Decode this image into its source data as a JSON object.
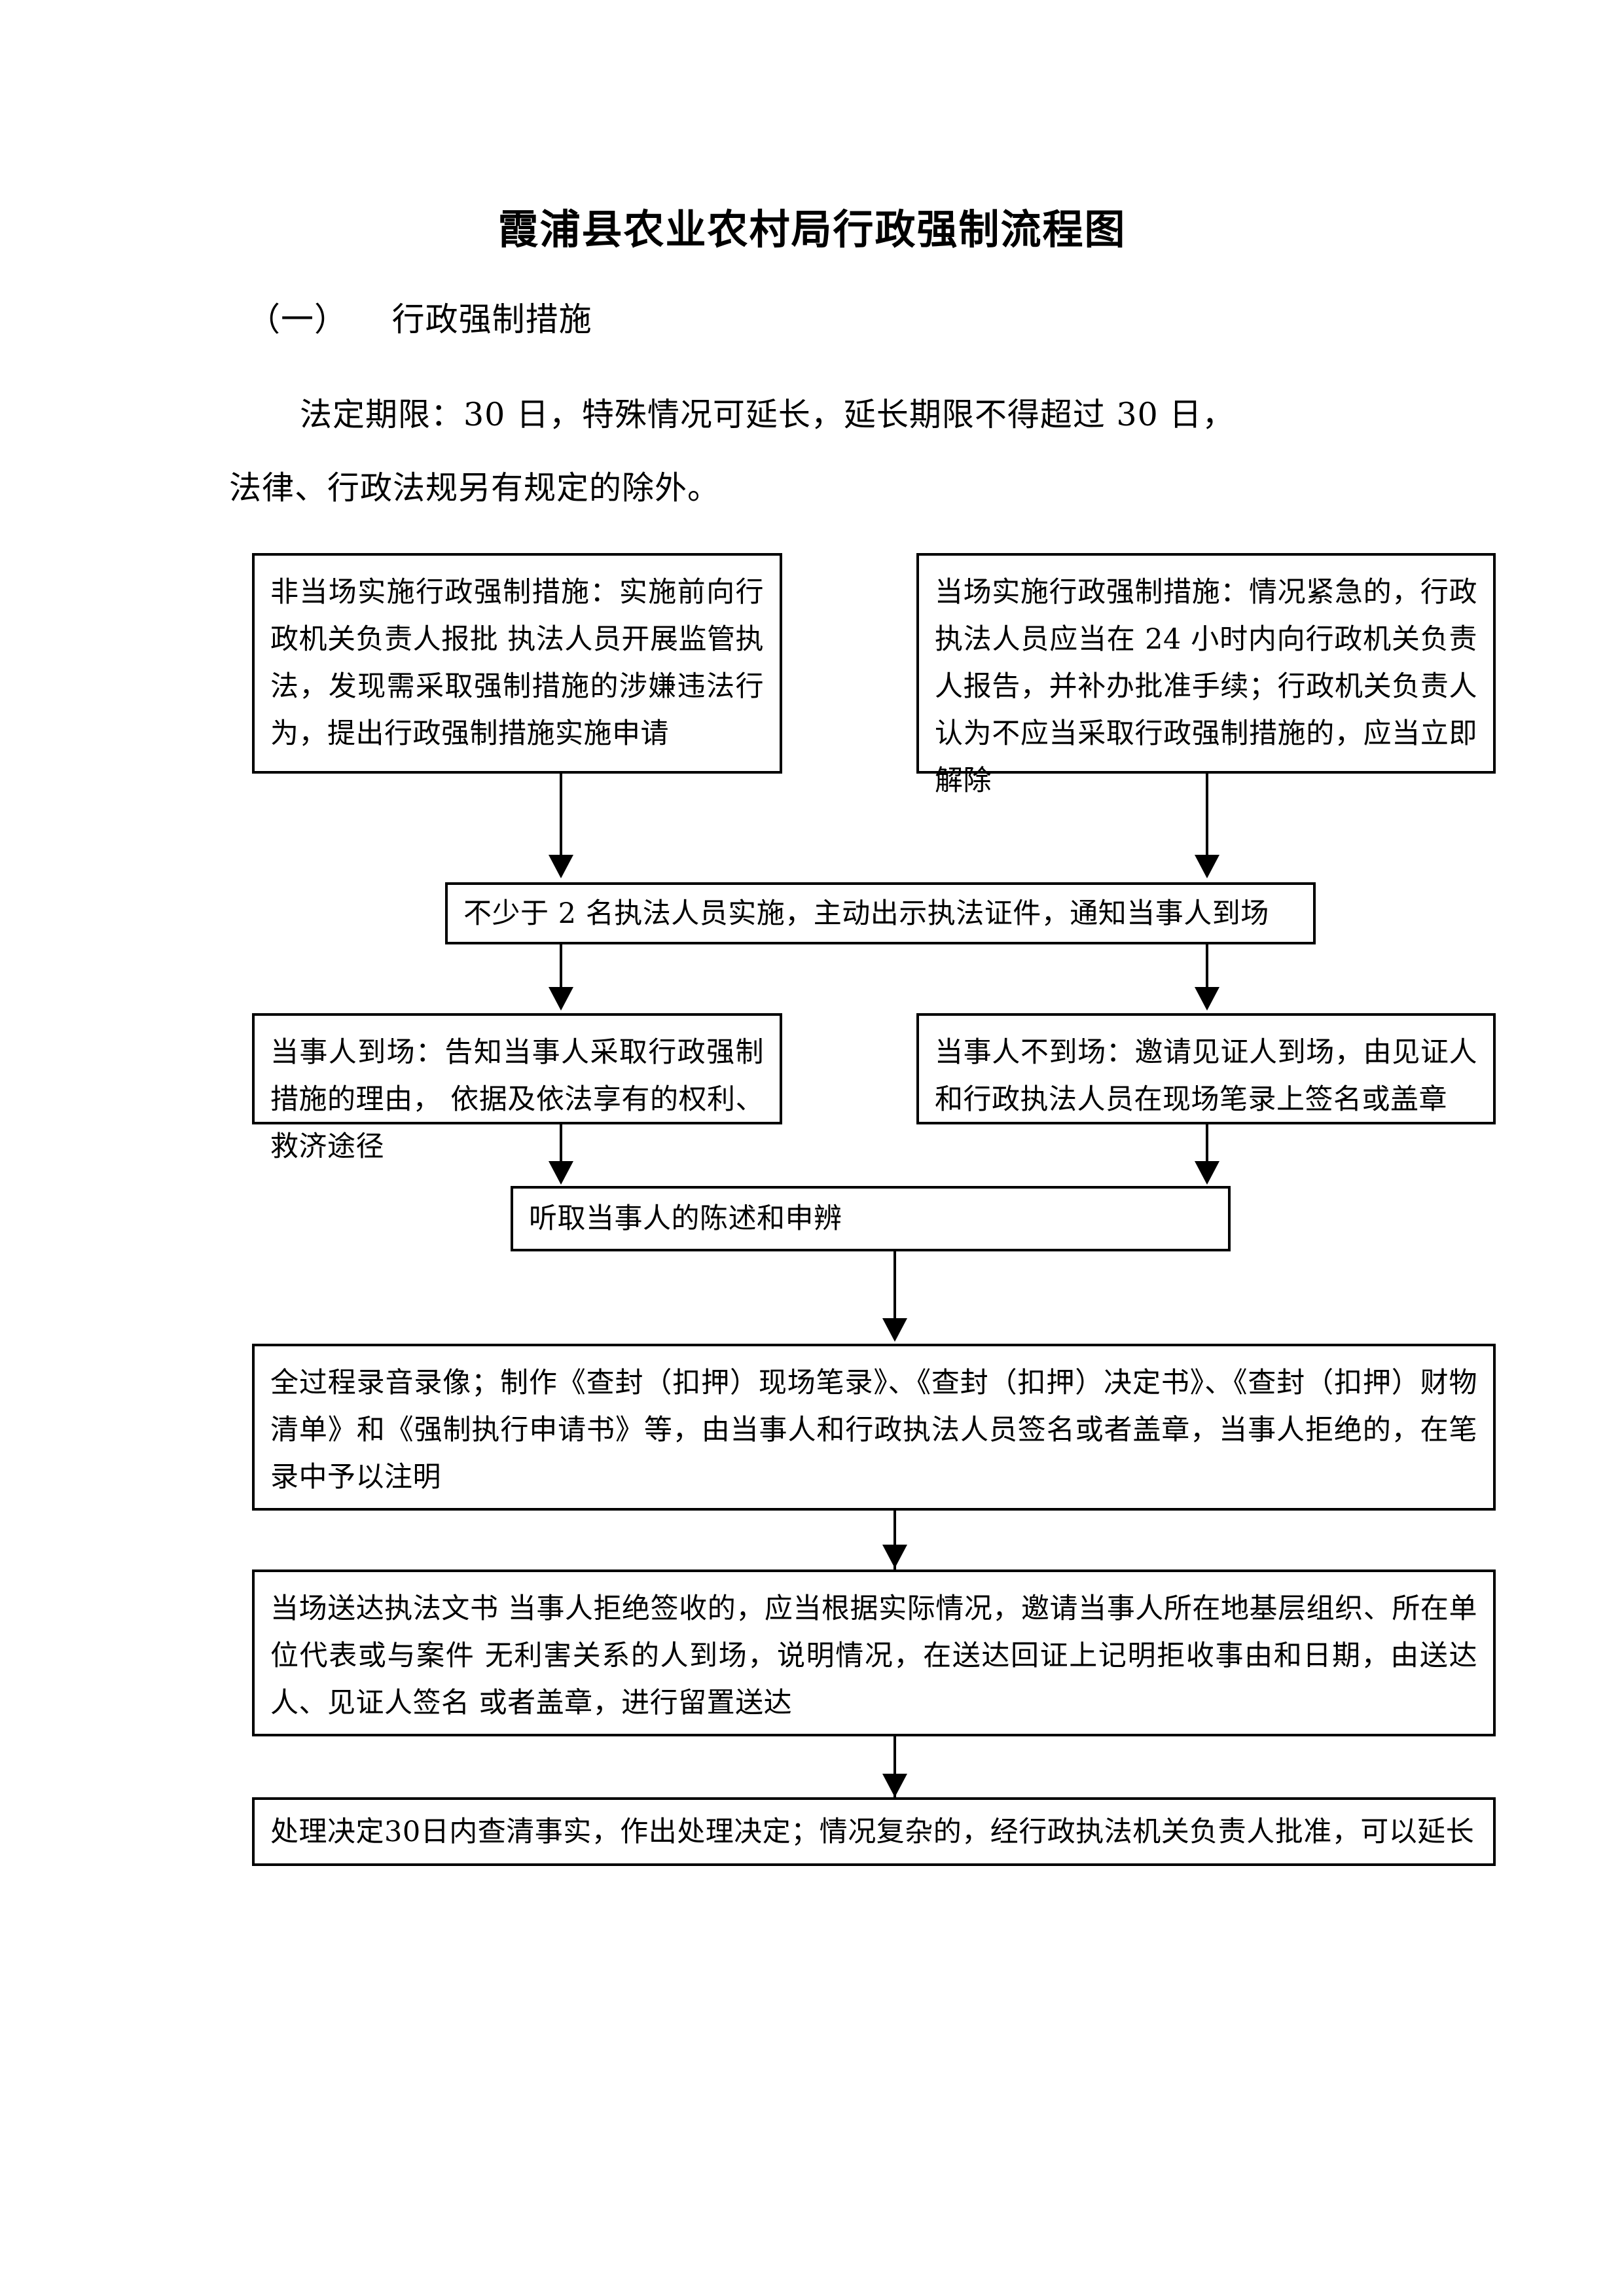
{
  "document": {
    "title": "霞浦县农业农村局行政强制流程图",
    "section_label": "（一）    行政强制措施",
    "paragraph_line_1": "法定期限：30  日，特殊情况可延长，延长期限不得超过 30 日，",
    "paragraph_line_2": "法律、行政法规另有规定的除外。"
  },
  "flowchart": {
    "type": "flowchart",
    "orientation": "top-to-bottom",
    "nodes": [
      {
        "id": "non-site-measure",
        "text": "非当场实施行政强制措施：实施前向行政机关负责人报批  执法人员开展监管执法，发现需采取强制措施的涉嫌违法行为，提出行政强制措施实施申请"
      },
      {
        "id": "on-site-measure",
        "text": "当场实施行政强制措施：情况紧急的，行政执法人员应当在 24 小时内向行政机关负责人报告，并补办批准手续；行政机关负责人认为不应当采取行政强制措施的，应当立即解除"
      },
      {
        "id": "two-officers",
        "text": "不少于 2 名执法人员实施，主动出示执法证件，通知当事人到场"
      },
      {
        "id": "party-present",
        "text": "当事人到场：告知当事人采取行政强制措施的理由，  依据及依法享有的权利、救济途径"
      },
      {
        "id": "party-absent",
        "text": "当事人不到场：邀请见证人到场，由见证人和行政执法人员在现场笔录上签名或盖章"
      },
      {
        "id": "hear-statement",
        "text": "听取当事人的陈述和申辨"
      },
      {
        "id": "recording-documents",
        "text": "全过程录音录像；制作《查封（扣押）现场笔录》、《查封（扣押）决定书》、《查封（扣押）财物清单》和《强制执行申请书》等，由当事人和行政执法人员签名或者盖章，当事人拒绝的，在笔录中予以注明"
      },
      {
        "id": "on-site-service",
        "text": "当场送达执法文书  当事人拒绝签收的，应当根据实际情况，邀请当事人所在地基层组织、所在单位代表或与案件  无利害关系的人到场，说明情况，在送达回证上记明拒收事由和日期，由送达人、见证人签名  或者盖章，进行留置送达"
      },
      {
        "id": "handling-decision",
        "text": "处理决定30日内查清事实，作出处理决定；情况复杂的，经行政执法机关负责人批准，可以延长"
      }
    ],
    "edges": [
      {
        "from": "non-site-measure",
        "to": "two-officers"
      },
      {
        "from": "on-site-measure",
        "to": "two-officers"
      },
      {
        "from": "two-officers",
        "to": "party-present"
      },
      {
        "from": "two-officers",
        "to": "party-absent"
      },
      {
        "from": "party-present",
        "to": "hear-statement"
      },
      {
        "from": "party-absent",
        "to": "hear-statement"
      },
      {
        "from": "hear-statement",
        "to": "recording-documents"
      },
      {
        "from": "recording-documents",
        "to": "on-site-service"
      },
      {
        "from": "on-site-service",
        "to": "handling-decision"
      }
    ]
  },
  "colors": {
    "ink": "#000000",
    "paper": "#ffffff"
  }
}
